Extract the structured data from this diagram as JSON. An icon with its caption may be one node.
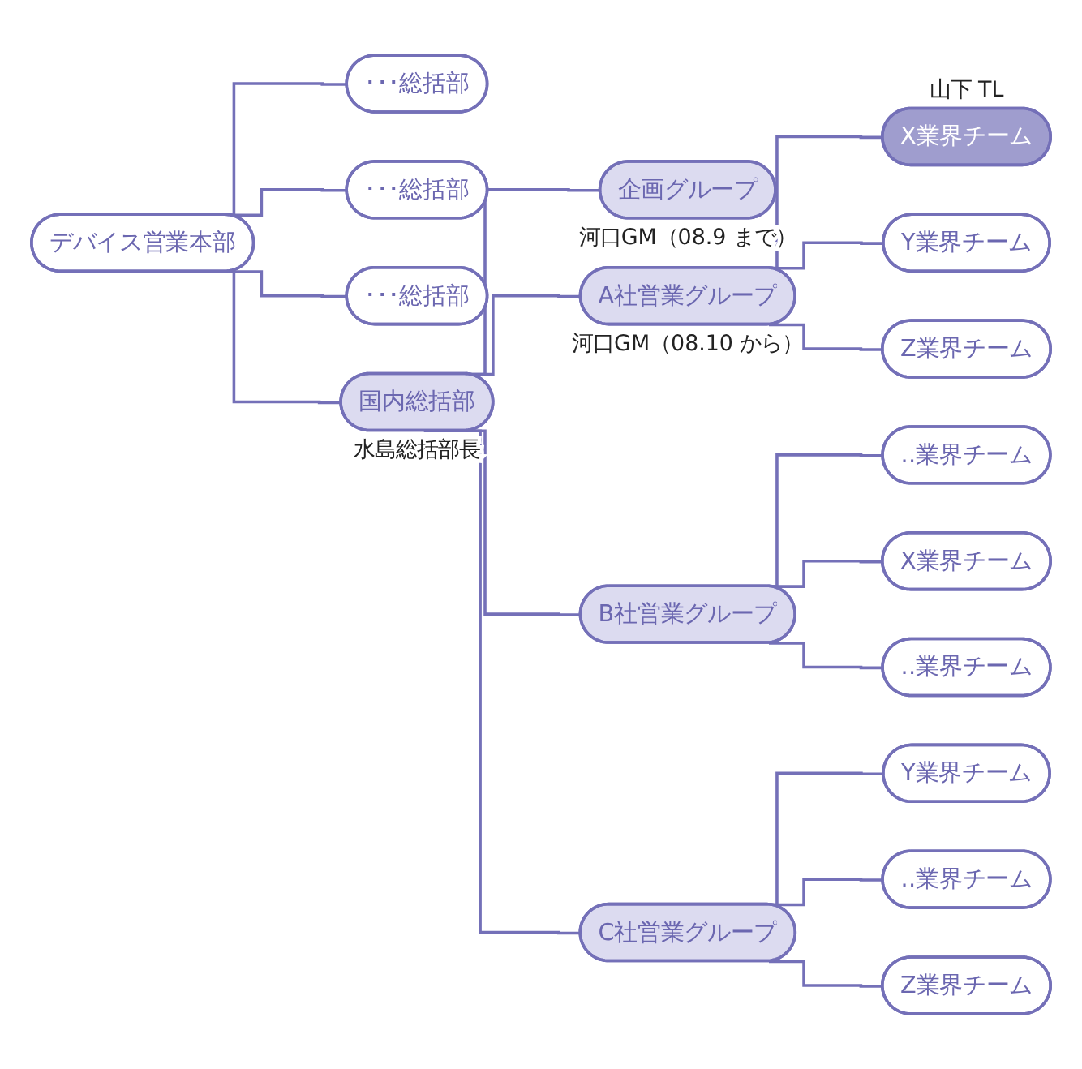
{
  "diagram": {
    "nodes": [
      {
        "text": [
          "デバイス営業本部"
        ]
      },
      {
        "text": [
          "国内総括部"
        ],
        "beside": [
          "水島総括部長"
        ]
      },
      {
        "text": [
          "企画グループ"
        ],
        "beside": [
          "河口GM（08.9 まで）"
        ]
      },
      {
        "text": [
          "A社営業グループ"
        ],
        "beside": [
          "河口GM（08.10 から）"
        ]
      },
      {
        "text": [
          "X業界チーム"
        ],
        "beside": [
          "山下 TL"
        ]
      },
      {
        "text": [
          "Y業界チーム"
        ]
      },
      {
        "text": [
          "Z業界チーム"
        ]
      },
      {
        "text": [
          "B社営業グループ"
        ]
      },
      {
        "text": [
          "‥業界チーム"
        ]
      },
      {
        "text": [
          "X業界チーム"
        ]
      },
      {
        "text": [
          "‥業界チーム"
        ]
      },
      {
        "text": [
          "C社営業グループ"
        ]
      },
      {
        "text": [
          "Y業界チーム"
        ]
      },
      {
        "text": [
          "‥業界チーム"
        ]
      },
      {
        "text": [
          "Z業界チーム"
        ]
      },
      {
        "text": [
          "･･･総括部"
        ]
      },
      {
        "text": [
          "･･･総括部"
        ]
      },
      {
        "text": [
          "･･･総括部"
        ]
      }
    ],
    "edges": [
      {
        "from": 0,
        "to": 1,
        "arrow": "none"
      },
      {
        "from": 0,
        "to": 15,
        "arrow": "none"
      },
      {
        "from": 0,
        "to": 16,
        "arrow": "none"
      },
      {
        "from": 0,
        "to": 17,
        "arrow": "none"
      },
      {
        "from": 1,
        "to": 2,
        "arrow": "none"
      },
      {
        "from": 1,
        "to": 3,
        "arrow": "none"
      },
      {
        "from": 1,
        "to": 7,
        "arrow": "none"
      },
      {
        "from": 1,
        "to": 11,
        "arrow": "none"
      },
      {
        "from": 3,
        "to": 4,
        "arrow": "none"
      },
      {
        "from": 3,
        "to": 5,
        "arrow": "none"
      },
      {
        "from": 3,
        "to": 6,
        "arrow": "none"
      },
      {
        "from": 7,
        "to": 8,
        "arrow": "none"
      },
      {
        "from": 7,
        "to": 9,
        "arrow": "none"
      },
      {
        "from": 7,
        "to": 10,
        "arrow": "none"
      },
      {
        "from": 11,
        "to": 12,
        "arrow": "none"
      },
      {
        "from": 11,
        "to": 13,
        "arrow": "none"
      },
      {
        "from": 11,
        "to": 14,
        "arrow": "none"
      }
    ]
  }
}
